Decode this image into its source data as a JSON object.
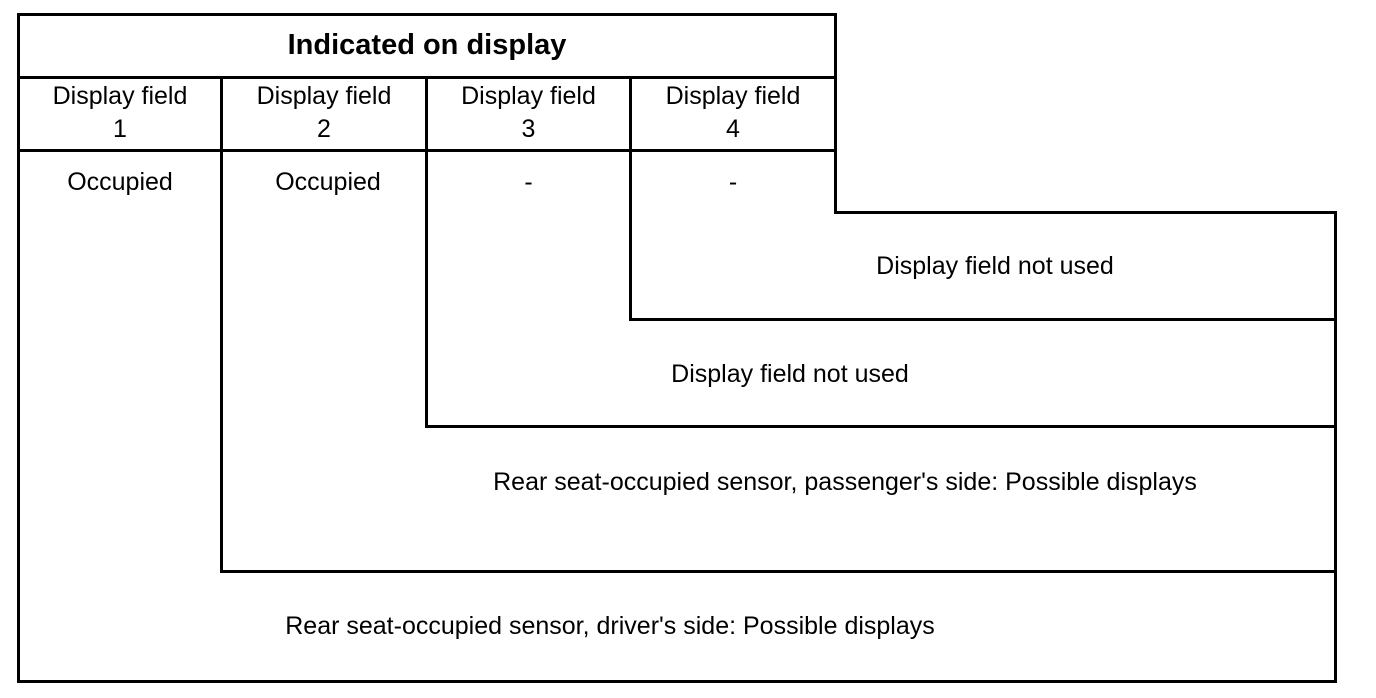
{
  "table": {
    "title": "Indicated on display",
    "columns": [
      {
        "label": "Display field\n1",
        "value": "Occupied"
      },
      {
        "label": "Display field\n2",
        "value": "Occupied"
      },
      {
        "label": "Display field\n3",
        "value": "-"
      },
      {
        "label": "Display field\n4",
        "value": "-"
      }
    ]
  },
  "brackets": {
    "field4": "Display field not used",
    "field3": "Display field not used",
    "passenger": "Rear seat-occupied sensor, passenger's side: Possible displays",
    "driver": "Rear seat-occupied sensor, driver's side: Possible displays"
  }
}
